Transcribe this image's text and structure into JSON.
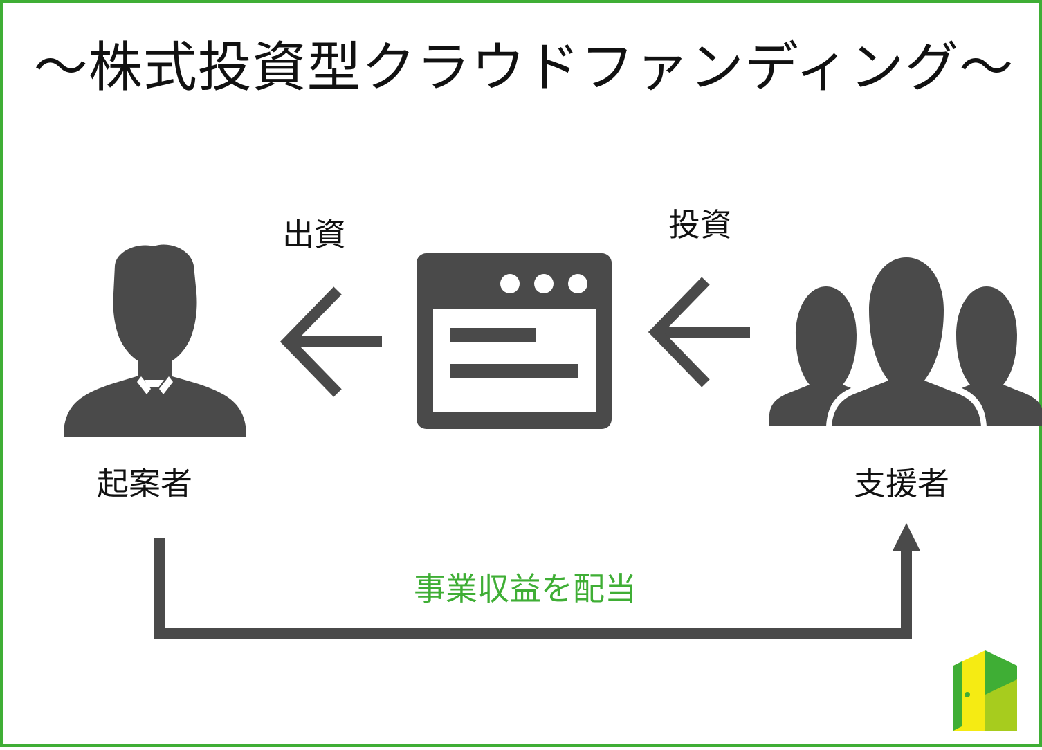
{
  "title": "〜株式投資型クラウドファンディング〜",
  "flows": {
    "investment": "投資",
    "funding": "出資",
    "dividend": "事業収益を配当"
  },
  "actors": {
    "founder": "起案者",
    "supporters": "支援者"
  },
  "colors": {
    "border": "#3fae35",
    "icon": "#4a4a4a",
    "accent_text": "#3fae35",
    "logo_yellow": "#f5eb13",
    "logo_green": "#3fae35",
    "logo_lime": "#a7cc1e"
  },
  "icons": [
    "businessman-icon",
    "browser-window-icon",
    "group-icon",
    "arrow-left-icon",
    "arrow-up-icon",
    "door-logo-icon"
  ]
}
